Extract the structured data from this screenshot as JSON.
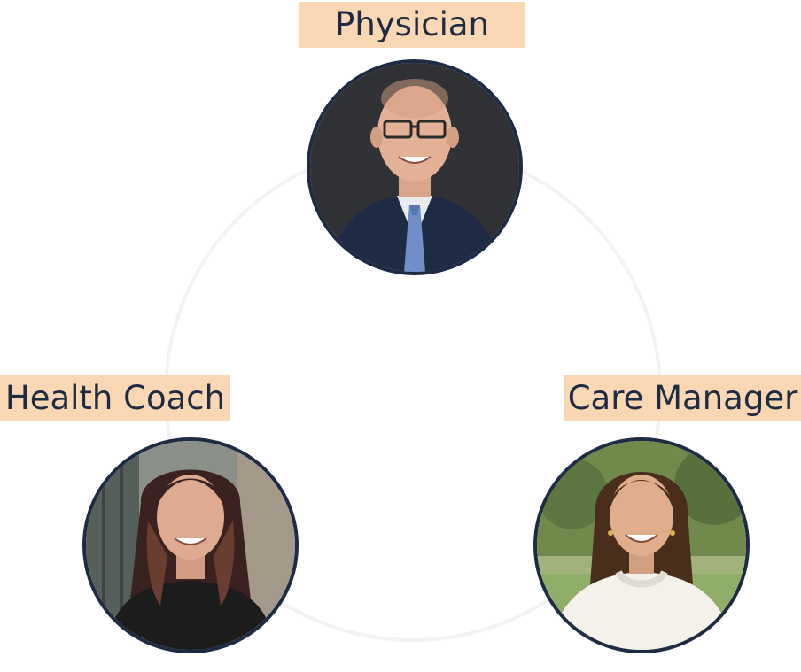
{
  "team": {
    "physician": {
      "label": "Physician",
      "portrait_icon": "physician-portrait"
    },
    "health_coach": {
      "label": "Health Coach",
      "portrait_icon": "health-coach-portrait"
    },
    "care_manager": {
      "label": "Care Manager",
      "portrait_icon": "care-manager-portrait"
    }
  },
  "colors": {
    "label_background": "#f9d7b3",
    "label_text": "#1d2b44",
    "portrait_border": "#1d2b44",
    "ring": "#f2f2f2"
  }
}
